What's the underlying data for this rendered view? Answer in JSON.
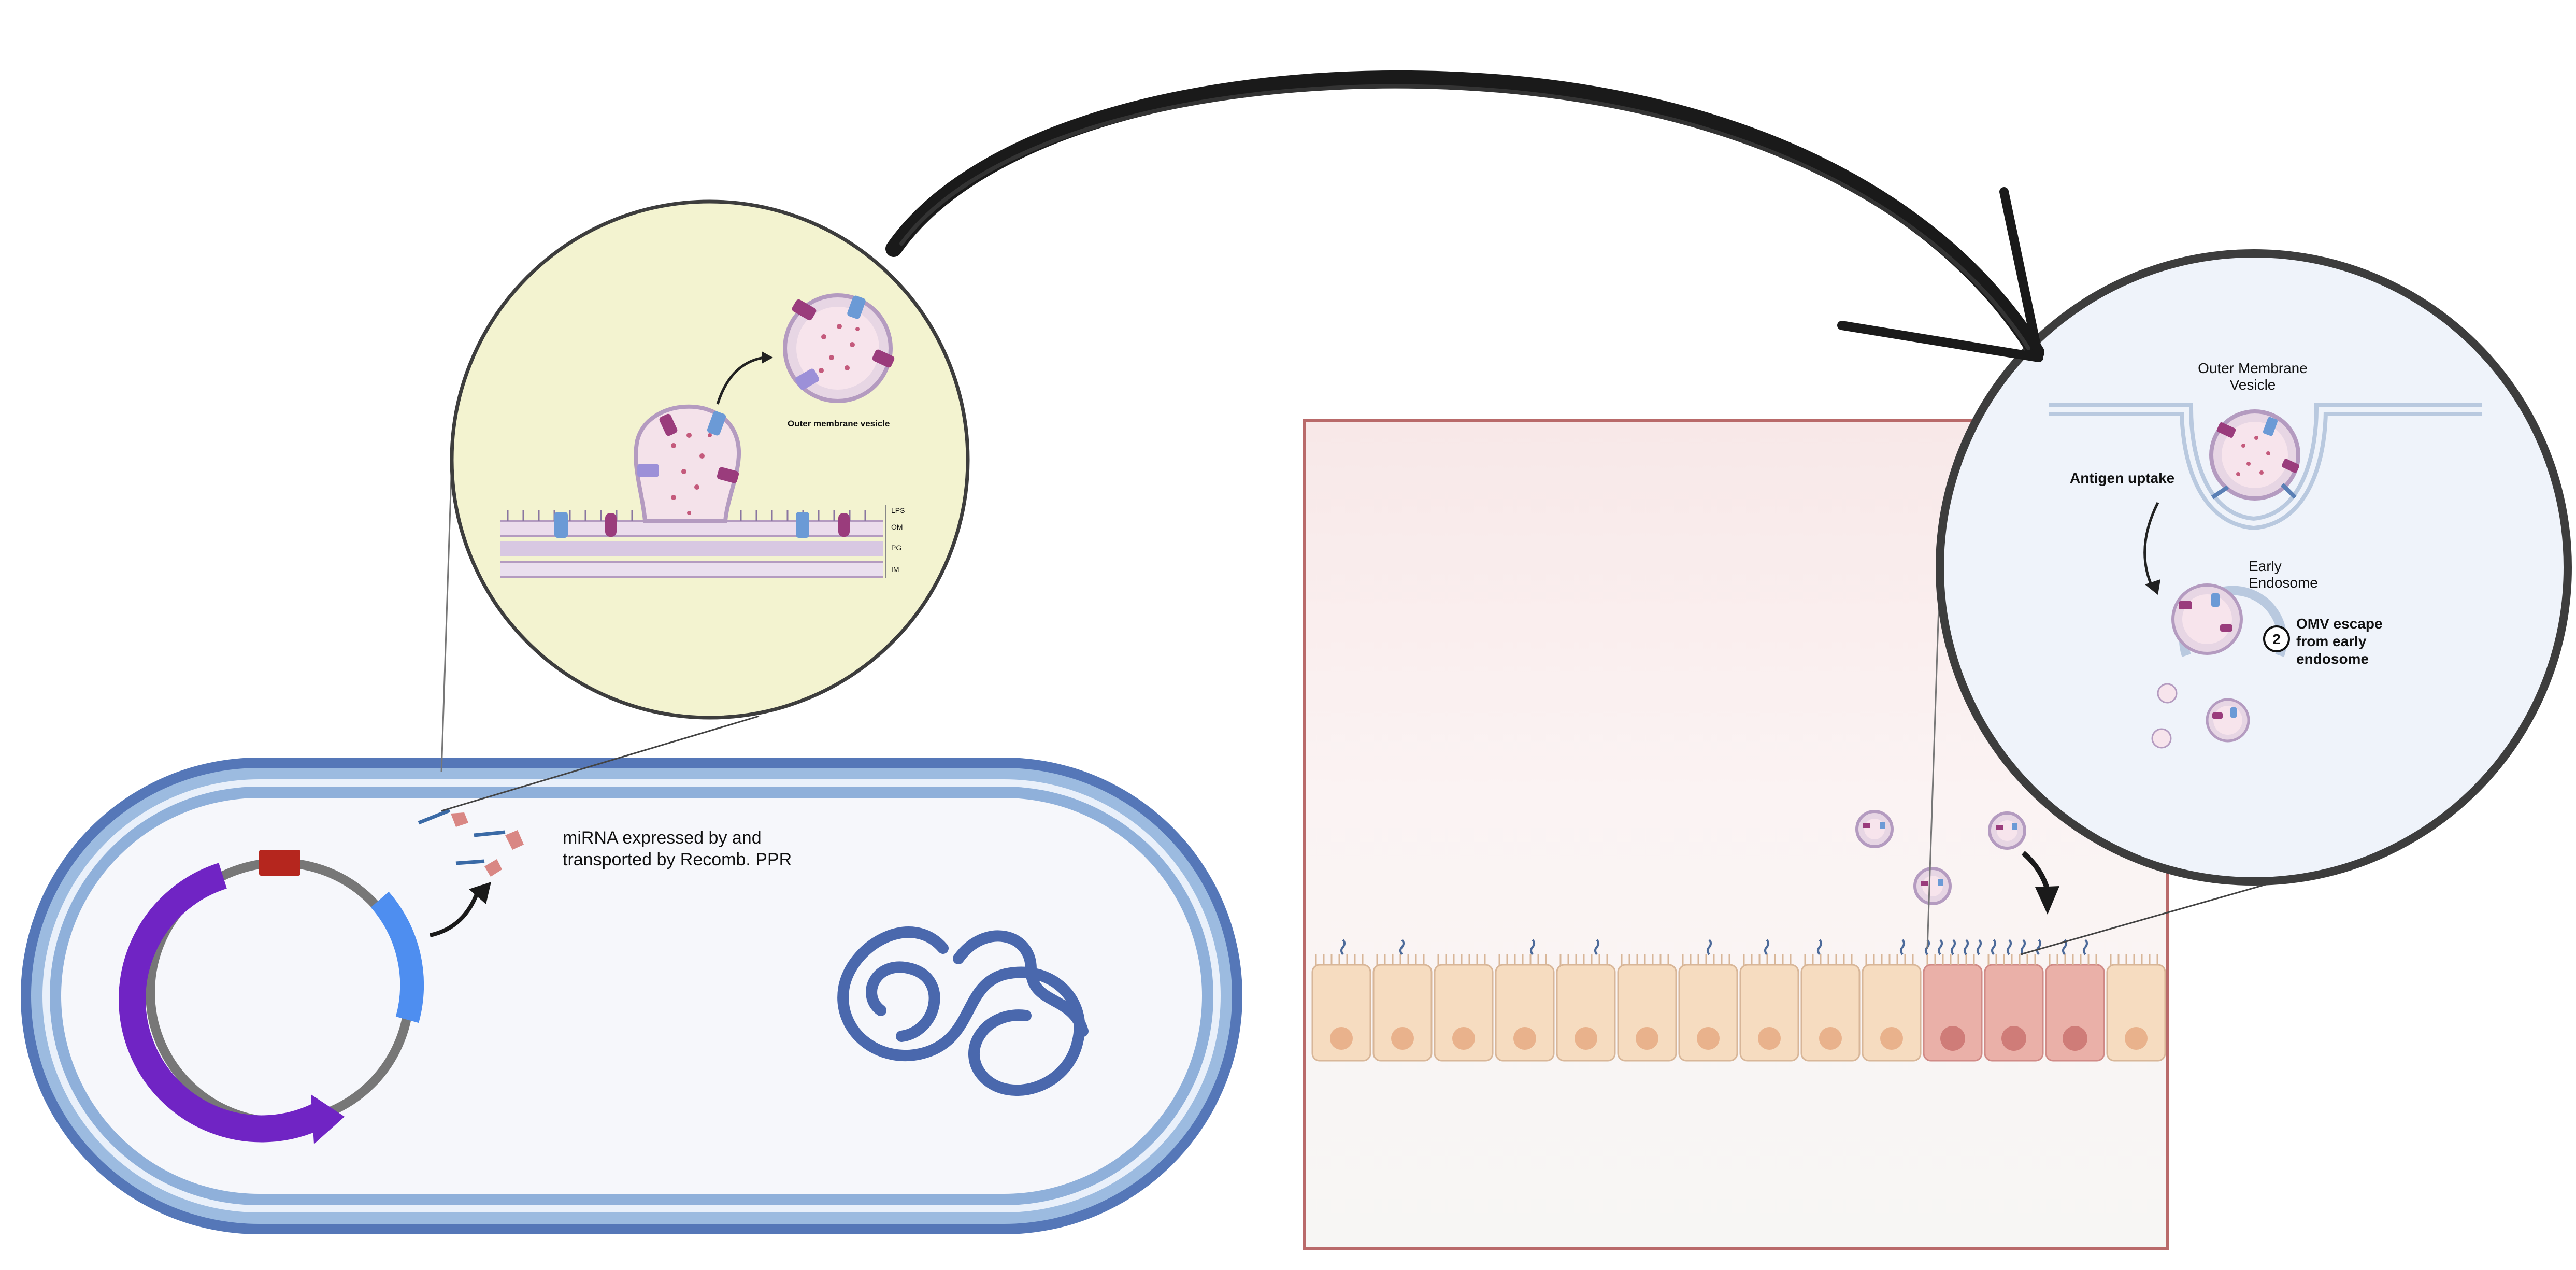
{
  "labels": {
    "mirna_line1": "miRNA expressed by and",
    "mirna_line2": "transported by Recomb. PPR",
    "omv_inset_title": "Outer membrane vesicle",
    "layer_lps": "LPS",
    "layer_om": "OM",
    "layer_pg": "PG",
    "layer_im": "IM",
    "omv_right_line1": "Outer Membrane",
    "omv_right_line2": "Vesicle",
    "antigen_uptake": "Antigen uptake",
    "early_endosome_line1": "Early",
    "early_endosome_line2": "Endosome",
    "step_number": "2",
    "escape_line1": "OMV escape",
    "escape_line2": "from early",
    "escape_line3": "endosome"
  },
  "colors": {
    "bacterium_outer": "#5577b8",
    "bacterium_mid": "#93b3dc",
    "bacterium_inner": "#f6f7fb",
    "plasmid_purple": "#7024c4",
    "plasmid_blue": "#4e8ef0",
    "plasmid_red": "#b5261e",
    "plasmid_gray": "#777777",
    "chromosome": "#4a68ad",
    "inset_left_fill": "#f3f3d0",
    "inset_right_fill": "#eff3fa",
    "tissue_border": "#b96a6a",
    "epithelial_cell": "#f6dcc0",
    "epithelial_nucleus": "#e9b28c",
    "epithelial_cell_highlight": "#eab0a8",
    "big_arrow": "#1a1a1a"
  },
  "icons": {
    "big_arrow": "curved-arrow-icon",
    "plasmid": "plasmid-icon",
    "chromosome": "chromosome-icon",
    "mirna": "mirna-icon"
  }
}
